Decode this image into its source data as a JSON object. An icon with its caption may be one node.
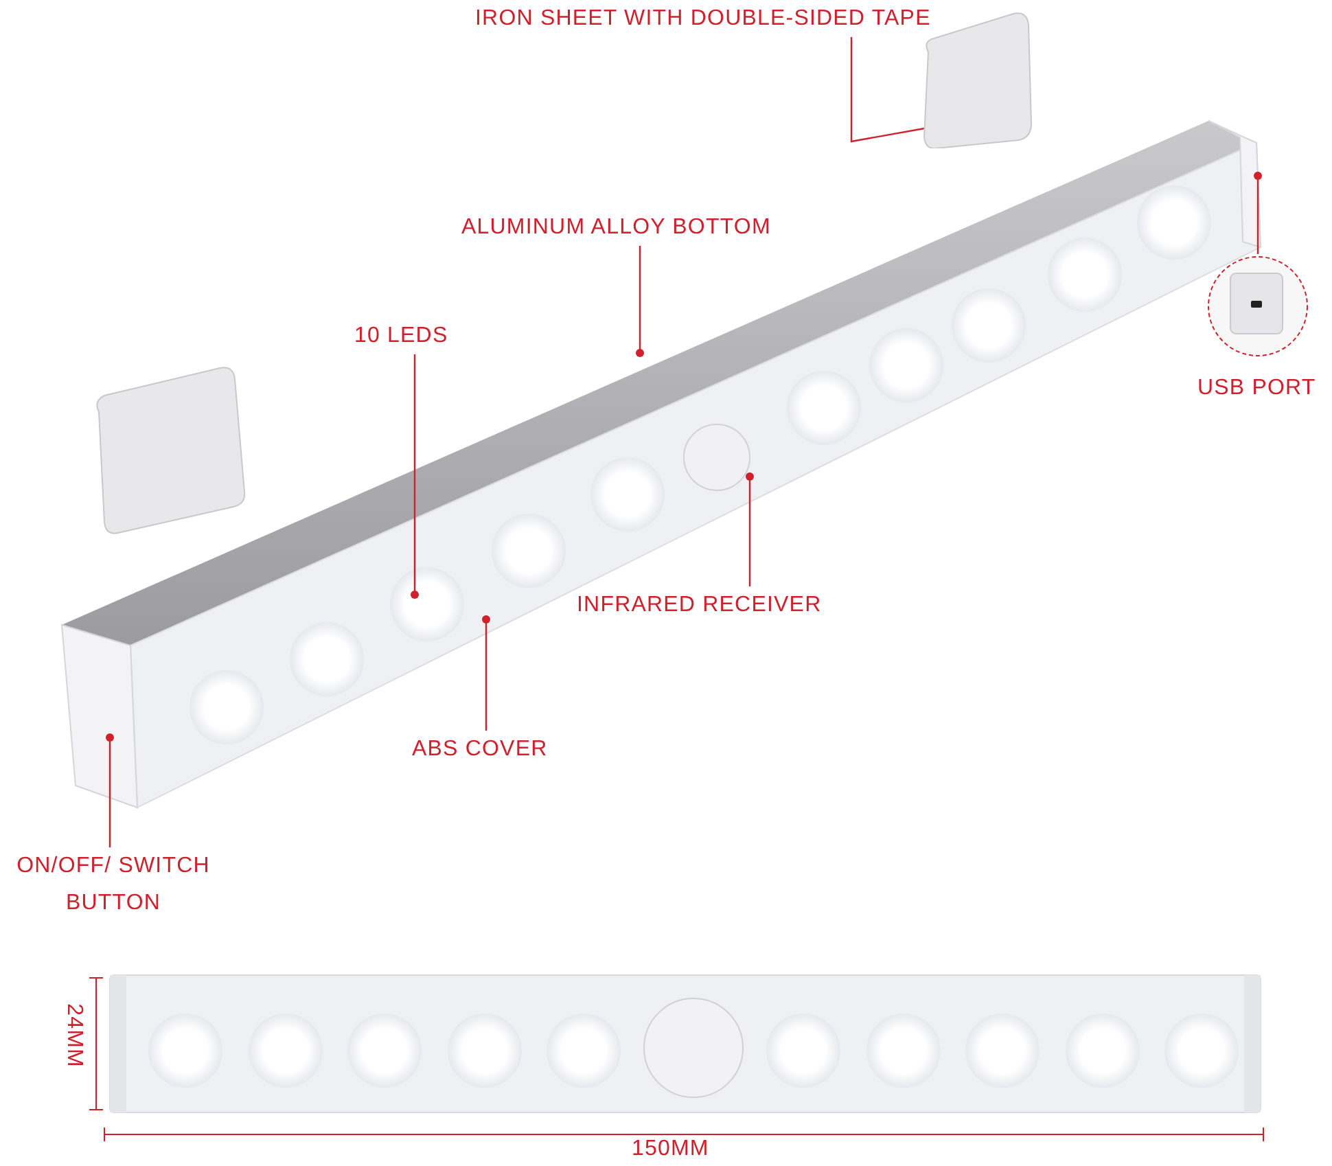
{
  "diagram": {
    "nodes": [
      {
        "text": [
          "IRON SHEET WITH DOUBLE-SIDED TAPE"
        ]
      },
      {
        "text": [],
        "shape": "box"
      },
      {
        "text": [
          "ALUMINUM ALLOY BOTTOM"
        ]
      },
      {
        "text": [
          "10 LEDS"
        ]
      },
      {
        "text": [
          "INFRARED RECEIVER"
        ]
      },
      {
        "text": [
          "ABS COVER"
        ]
      },
      {
        "text": [
          "USB PORT"
        ]
      },
      {
        "text": [
          "ON/OFF/ SWITCH BUTTON"
        ]
      }
    ],
    "edges": [
      {
        "from": 0,
        "to": 1,
        "arrow": "other"
      },
      {
        "from": 2,
        "to": null,
        "arrow": "other"
      },
      {
        "from": 3,
        "to": null,
        "arrow": "other"
      },
      {
        "from": 4,
        "to": null,
        "arrow": "other"
      },
      {
        "from": 5,
        "to": null,
        "arrow": "other"
      },
      {
        "from": 6,
        "to": null,
        "arrow": "other"
      },
      {
        "from": 7,
        "to": null,
        "arrow": "other"
      }
    ],
    "labels": [
      "24MM",
      "150MM"
    ]
  }
}
